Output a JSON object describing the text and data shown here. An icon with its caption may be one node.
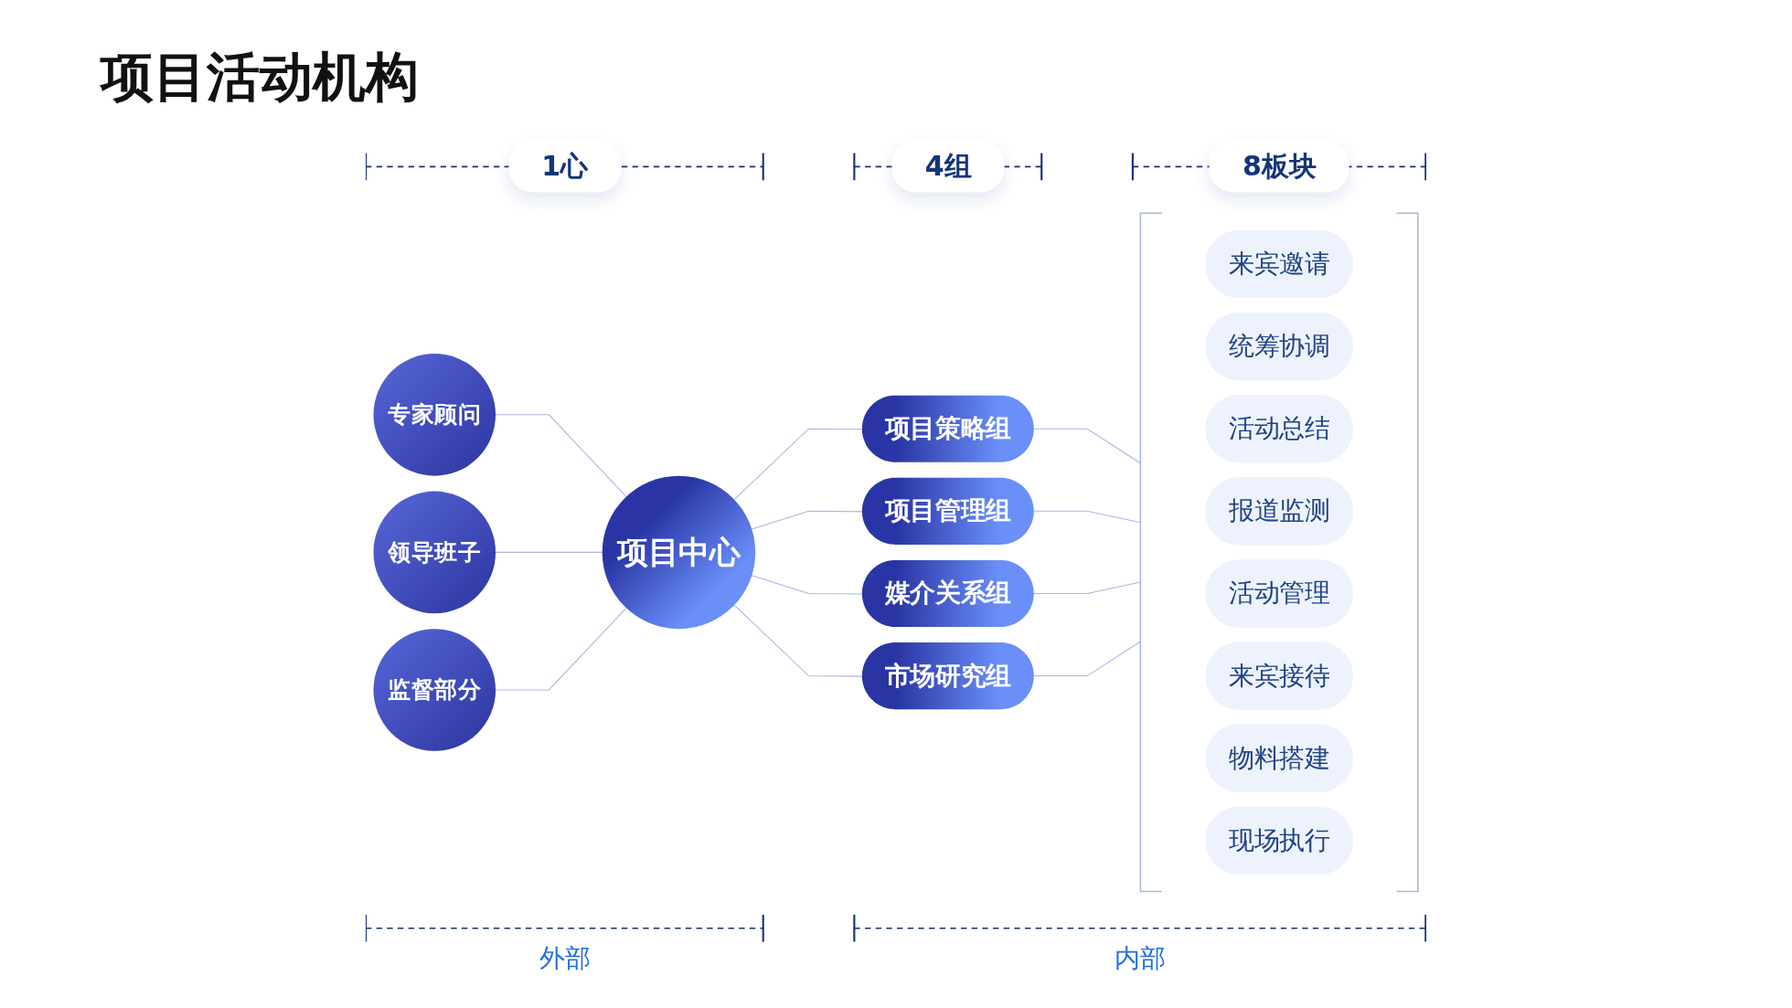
{
  "diagram": {
    "title": "项目活动机构",
    "nodes": [
      {
        "text": [
          "专家顾问"
        ]
      },
      {
        "text": [
          "领导班子"
        ]
      },
      {
        "text": [
          "监督部分"
        ]
      },
      {
        "text": [
          "项目中心"
        ]
      },
      {
        "text": [
          "项目策略组"
        ]
      },
      {
        "text": [
          "项目管理组"
        ]
      },
      {
        "text": [
          "媒介关系组"
        ]
      },
      {
        "text": [
          "市场研究组"
        ]
      },
      {
        "text": [],
        "shape": "bracket"
      },
      {
        "text": [
          "来宾邀请"
        ],
        "in": 8
      },
      {
        "text": [
          "统筹协调"
        ],
        "in": 8
      },
      {
        "text": [
          "活动总结"
        ],
        "in": 8
      },
      {
        "text": [
          "报道监测"
        ],
        "in": 8
      },
      {
        "text": [
          "活动管理"
        ],
        "in": 8
      },
      {
        "text": [
          "来宾接待"
        ],
        "in": 8
      },
      {
        "text": [
          "物料搭建"
        ],
        "in": 8
      },
      {
        "text": [
          "现场执行"
        ],
        "in": 8
      }
    ],
    "edges": [
      {
        "from": 0,
        "to": 3,
        "arrow": "none"
      },
      {
        "from": 1,
        "to": 3,
        "arrow": "none"
      },
      {
        "from": 2,
        "to": 3,
        "arrow": "none"
      },
      {
        "from": 3,
        "to": 4,
        "arrow": "none"
      },
      {
        "from": 3,
        "to": 5,
        "arrow": "none"
      },
      {
        "from": 3,
        "to": 6,
        "arrow": "none"
      },
      {
        "from": 3,
        "to": 7,
        "arrow": "none"
      },
      {
        "from": 4,
        "to": 8,
        "arrow": "none"
      },
      {
        "from": 5,
        "to": 8,
        "arrow": "none"
      },
      {
        "from": 6,
        "to": 8,
        "arrow": "none"
      },
      {
        "from": 7,
        "to": 8,
        "arrow": "none"
      }
    ],
    "labels": [
      "1心",
      "4组",
      "8板块",
      "外部",
      "内部"
    ]
  }
}
